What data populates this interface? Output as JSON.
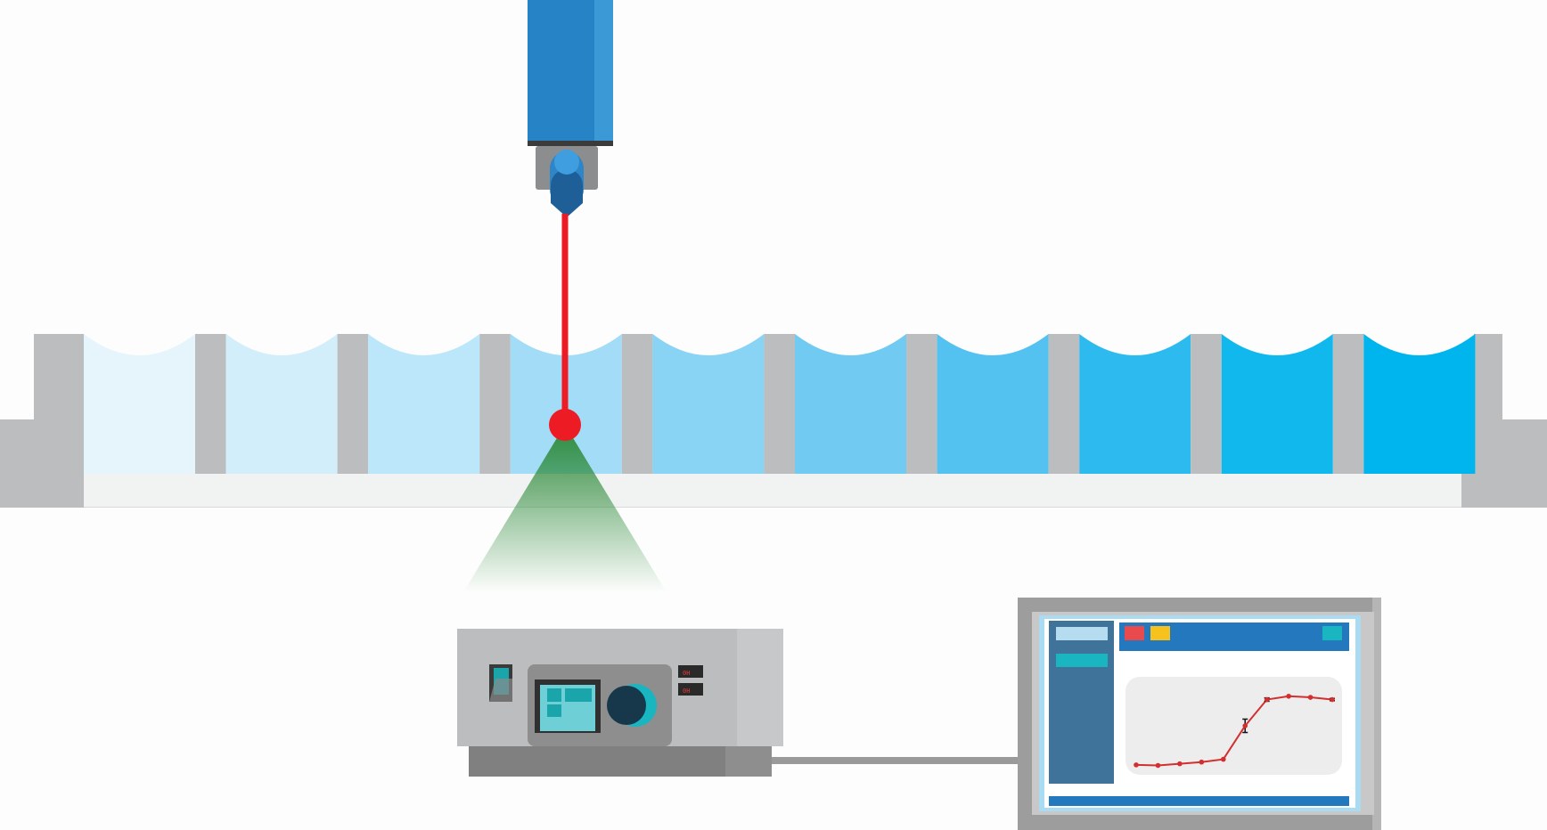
{
  "colors": {
    "laser": "#ed1c24",
    "laser_source": "#2683c6",
    "detector_cone": "#2e8b3a",
    "tray": "#bcbdbf",
    "tray_base": "#f1f2f2",
    "chart_line": "#d32f2f",
    "monitor_frame": "#9d9d9d",
    "app_blue": "#2478bd",
    "app_sidebar": "#3f7399",
    "app_teal": "#19b5c1"
  },
  "wells": {
    "colors": [
      "#e6f5fc",
      "#d2eefa",
      "#bce6f9",
      "#a3dcf6",
      "#89d3f4",
      "#70caf2",
      "#53c2f1",
      "#2dbaef",
      "#10b8ee",
      "#00b4ed"
    ]
  },
  "detector": {
    "displays": [
      "0H",
      "0H"
    ]
  },
  "monitor": {
    "toolbar_buttons": [
      "red-button",
      "yellow-button",
      "teal-button"
    ],
    "chart_data": {
      "type": "line",
      "x": [
        1,
        2,
        3,
        4,
        5,
        6,
        7,
        8,
        9,
        10
      ],
      "values": [
        0.05,
        0.04,
        0.07,
        0.1,
        0.15,
        0.75,
        1.22,
        1.28,
        1.26,
        1.22
      ],
      "error_bars": [
        0,
        0,
        0,
        0,
        0,
        0.12,
        0.03,
        0,
        0,
        0.02
      ],
      "ylim": [
        0,
        1.5
      ]
    }
  }
}
